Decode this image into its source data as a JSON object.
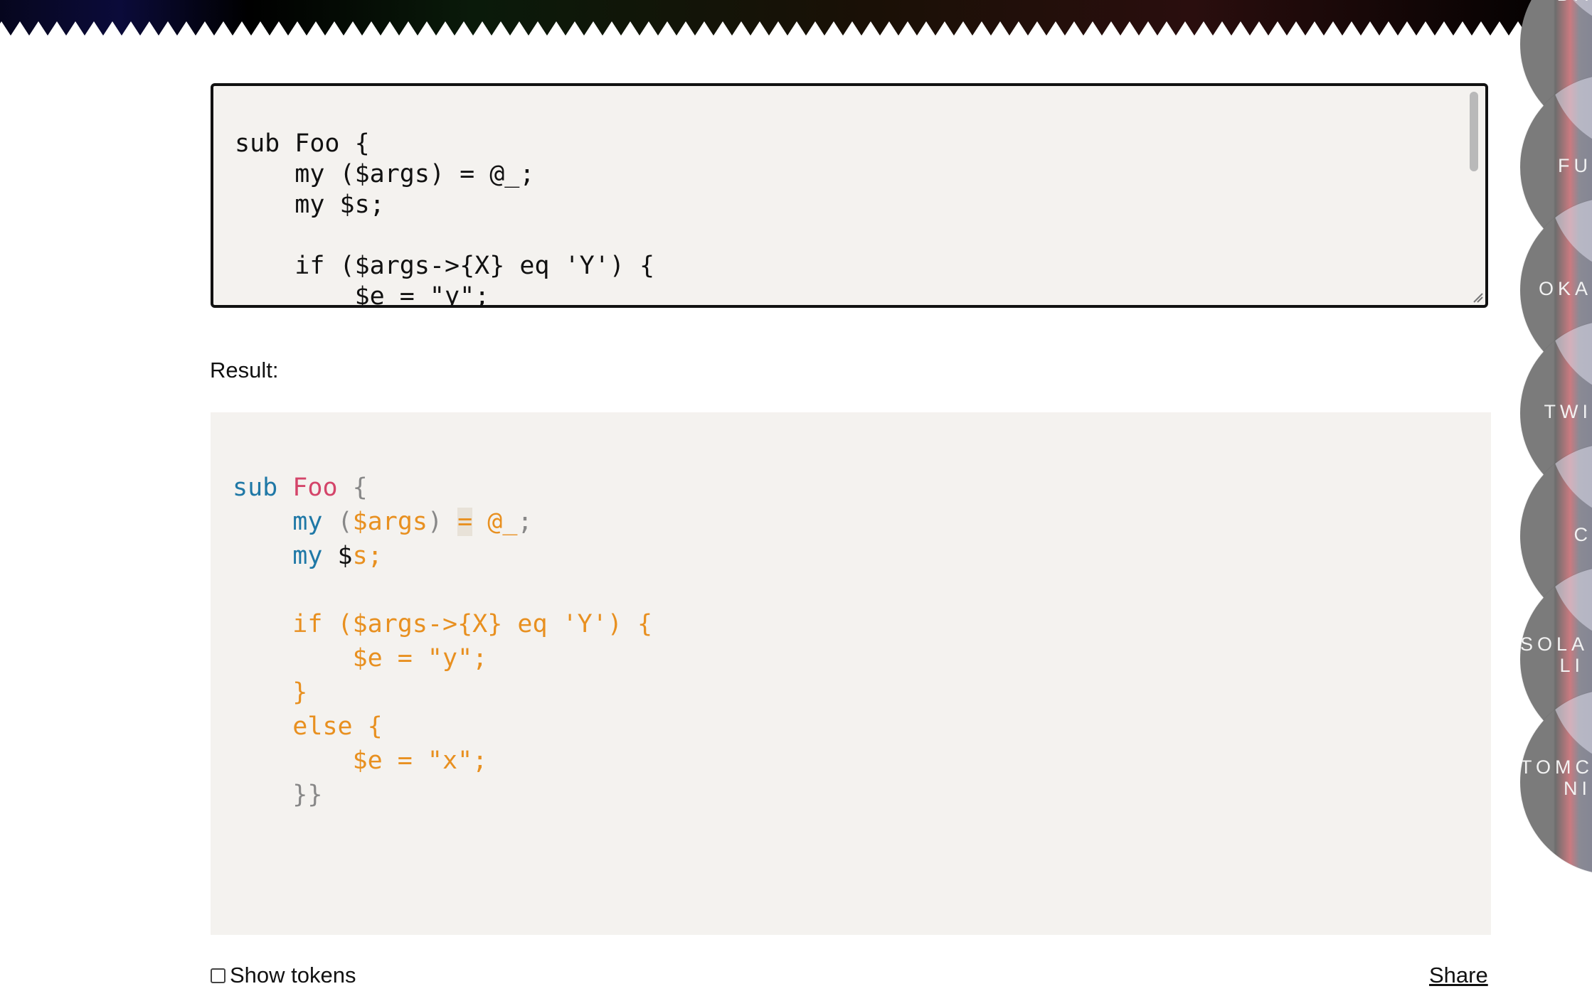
{
  "editor": {
    "lines": [
      "sub Foo {",
      "    my ($args) = @_;",
      "    my $s;",
      "",
      "    if ($args->{X} eq 'Y') {",
      "        $e = \"y\";"
    ]
  },
  "result_label": "Result:",
  "result": {
    "l1_kw": "sub",
    "l1_fn": "Foo",
    "l1_brace": "{",
    "l2_kw": "my",
    "l2_paren_open": "(",
    "l2_var": "$args",
    "l2_paren_close": ")",
    "l2_eq": "=",
    "l2_rest": "@_",
    "l2_semi": ";",
    "l3_kw": "my",
    "l3_sigil": "$",
    "l3_rest": "s;",
    "l5": "if ($args->{X} eq 'Y') {",
    "l6": "$e = \"y\";",
    "l7": "}",
    "l8": "else {",
    "l9": "$e = \"x\";",
    "l10": "}",
    "l11": "}"
  },
  "controls": {
    "show_tokens_label": "Show tokens",
    "share_label": "Share"
  },
  "themes": [
    {
      "label": "DA"
    },
    {
      "label": "FU"
    },
    {
      "label": "OKA"
    },
    {
      "label": "TWI"
    },
    {
      "label": "C"
    },
    {
      "label": "SOLA LI"
    },
    {
      "label": "TOMC NI"
    }
  ],
  "colors": {
    "keyword": "#1f78a6",
    "function": "#d4456a",
    "punctuation": "#888888",
    "operator": "#e89020",
    "code_bg": "#f4f2ef"
  }
}
